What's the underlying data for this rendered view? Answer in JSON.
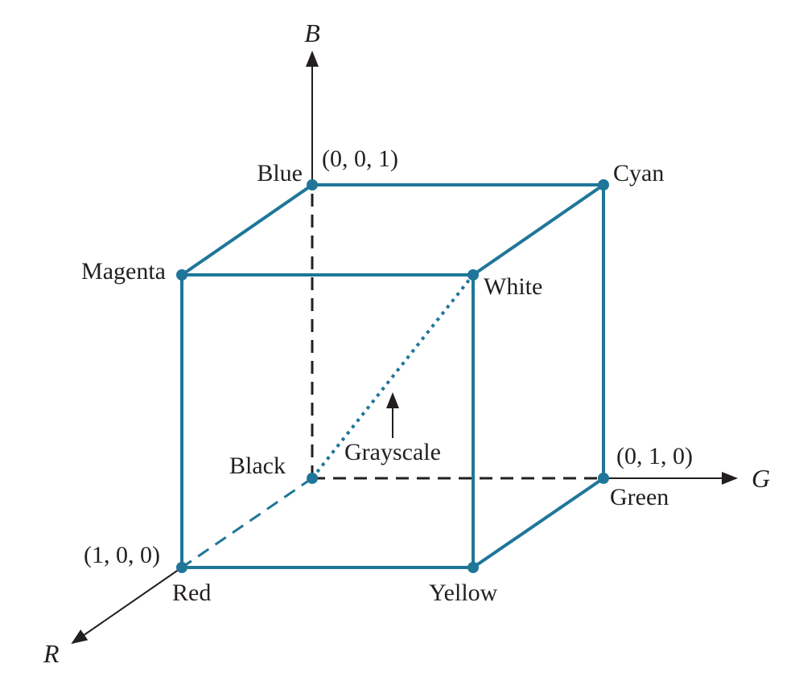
{
  "axes": {
    "r": "R",
    "g": "G",
    "b": "B"
  },
  "vertices": {
    "black": "Black",
    "red": "Red",
    "green": "Green",
    "blue": "Blue",
    "yellow": "Yellow",
    "cyan": "Cyan",
    "magenta": "Magenta",
    "white": "White"
  },
  "coordinates": {
    "red": "(1, 0, 0)",
    "green": "(0, 1, 0)",
    "blue": "(0, 0, 1)"
  },
  "grayscale_label": "Grayscale",
  "colors": {
    "edge": "#1f7699",
    "axis": "#231f20",
    "text": "#231f20"
  }
}
